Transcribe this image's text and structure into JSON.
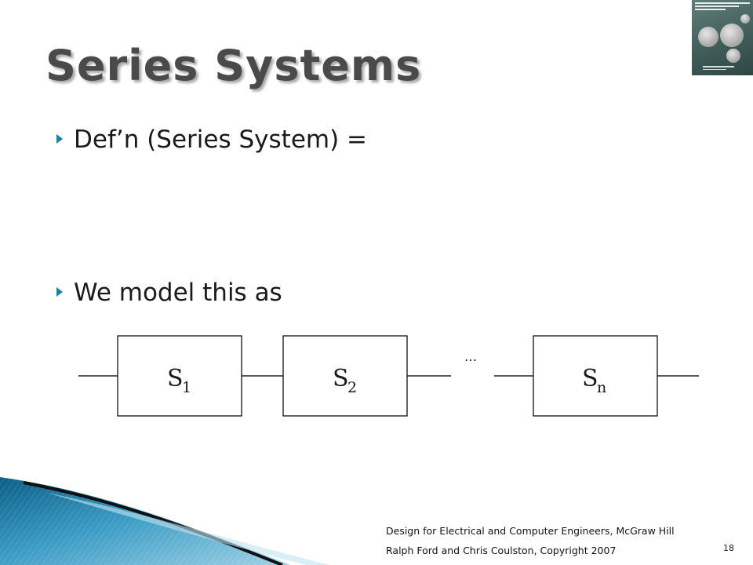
{
  "slide": {
    "title": "Series Systems",
    "bullets": [
      {
        "text": "Def’n (Series System) ="
      },
      {
        "text": "We model this as"
      }
    ],
    "diagram": {
      "blocks": [
        {
          "label": "S",
          "subscript": "1"
        },
        {
          "label": "S",
          "subscript": "2"
        },
        {
          "label": "S",
          "subscript": "n"
        }
      ],
      "ellipsis": "…"
    },
    "footer": {
      "line1": "Design for Electrical and Computer Engineers, McGraw Hill",
      "line2": "Ralph Ford and Chris Coulston, Copyright 2007"
    },
    "page_number": "18",
    "colors": {
      "bullet_arrow": "#1f7fa8",
      "wave_dark": "#0b5f86",
      "wave_light": "#7fc3dc"
    }
  }
}
